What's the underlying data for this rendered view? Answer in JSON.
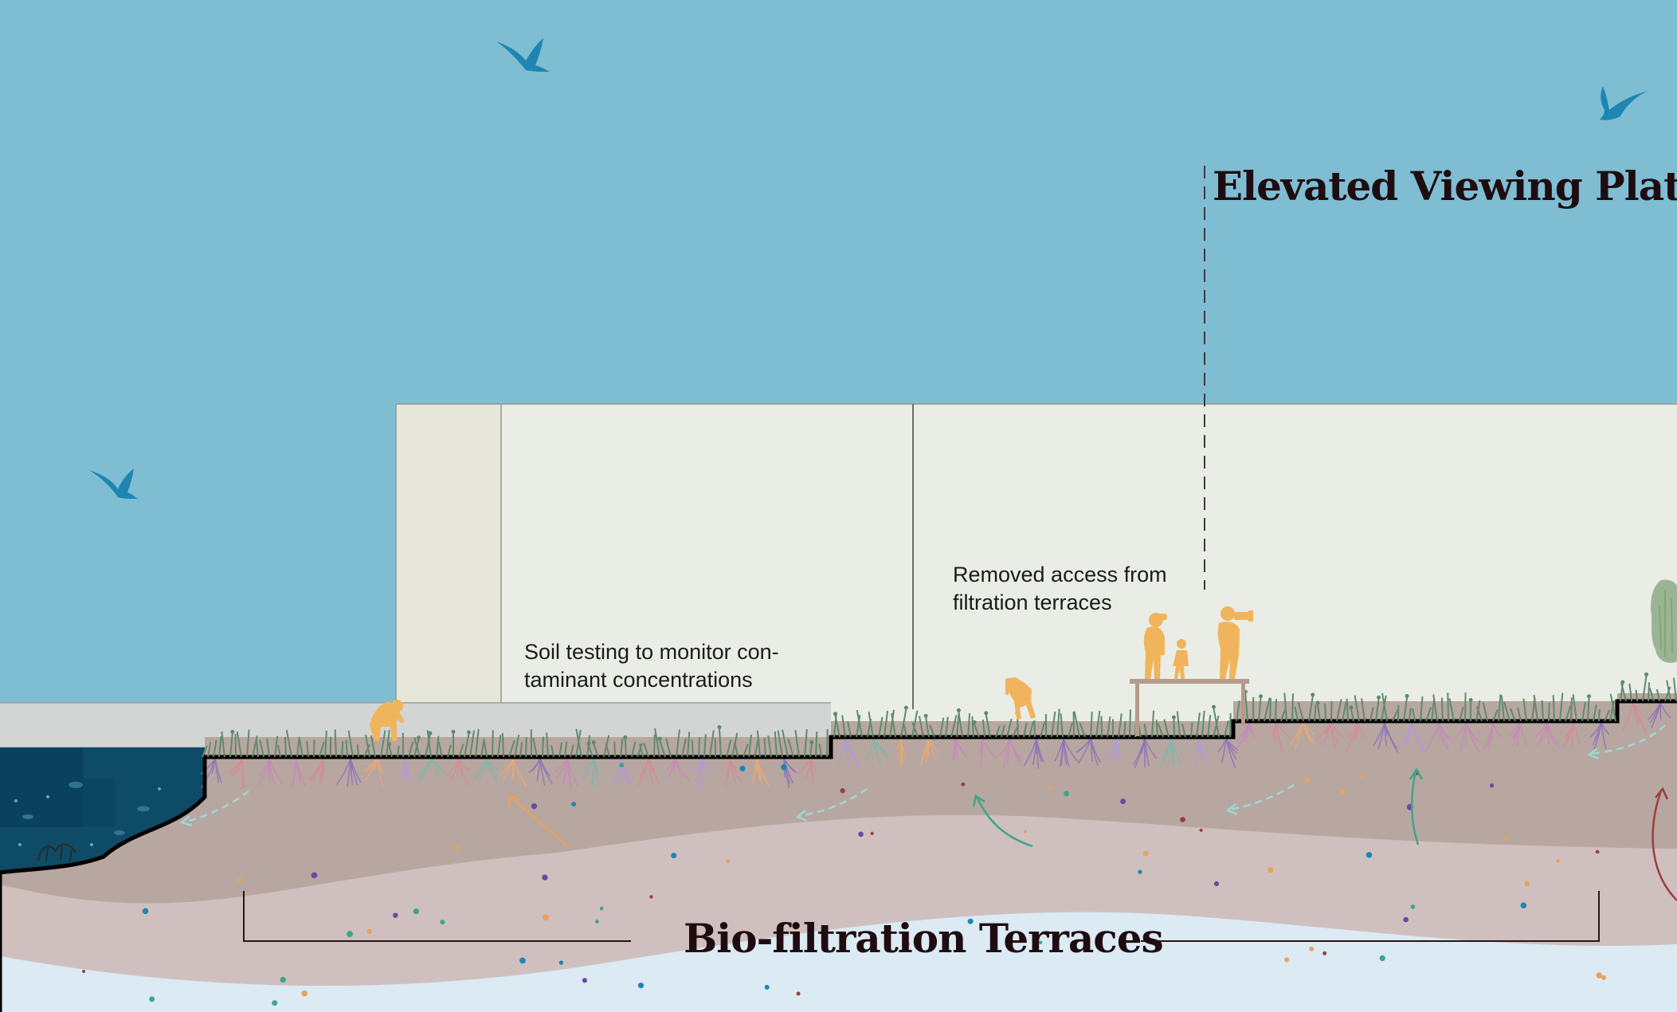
{
  "labels": {
    "soil_testing": [
      "Soil testing to monitor con-",
      "taminant concentrations"
    ],
    "removed_access": [
      "Removed access from",
      "filtration terraces"
    ]
  },
  "headings": {
    "elevated_platform": "Elevated Viewing Platform",
    "biofiltration": "Bio-filtration Terraces"
  },
  "colors": {
    "sky": "#7fbdd3",
    "wall": "#e9ede5",
    "wall_shade": "#e7e6db",
    "walkway": "#d3d5d5",
    "water": "#0d4b66",
    "soil_upper": "#b8a6a1",
    "soil_lower": "#cfc0bf",
    "groundwater": "#dbeaf3",
    "grass": "#5f8b6a",
    "figure": "#f0b45c",
    "bird": "#1d86b3",
    "arrow_teal": "#3da58b",
    "arrow_orange": "#e7a25c",
    "arrow_red": "#9a3f3f",
    "arrow_dashed": "#9dd8d2",
    "heading_text": "#1f0c10"
  }
}
